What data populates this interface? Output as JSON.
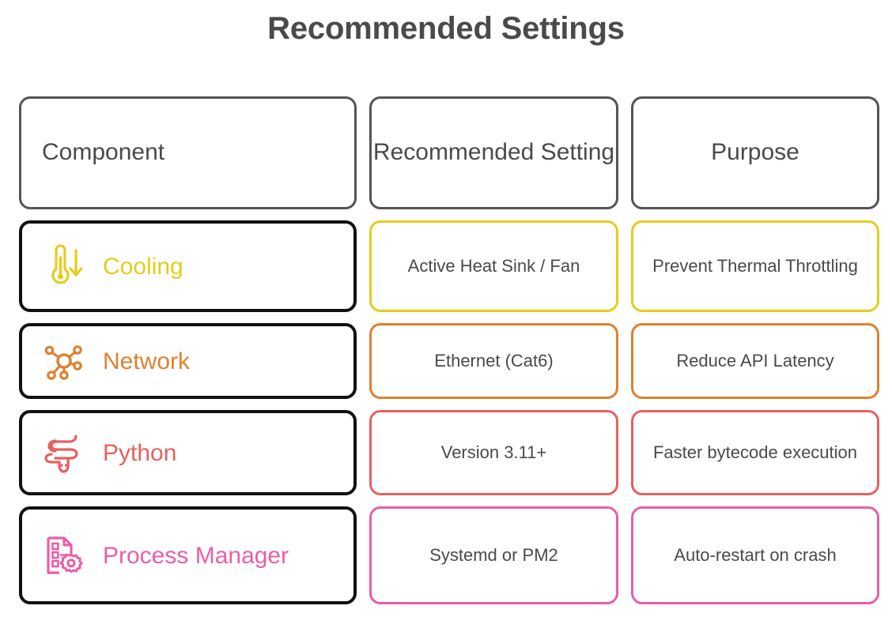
{
  "page": {
    "title": "Recommended Settings",
    "background": "#ffffff",
    "title_color": "#4a4a4a"
  },
  "table": {
    "headers": {
      "component": "Component",
      "setting": "Recommended Setting",
      "purpose": "Purpose"
    },
    "header_border_color": "#555555",
    "component_border_color": "#111111",
    "rows": [
      {
        "id": "cooling",
        "icon": "thermometer-down-icon",
        "component": "Cooling",
        "setting": "Active Heat Sink / Fan",
        "purpose": "Prevent Thermal Throttling",
        "color": "#E3CD1E"
      },
      {
        "id": "network",
        "icon": "network-nodes-icon",
        "component": "Network",
        "setting": "Ethernet (Cat6)",
        "purpose": "Reduce API Latency",
        "color": "#DE8030"
      },
      {
        "id": "python",
        "icon": "python-snake-icon",
        "component": "Python",
        "setting": "Version 3.11+",
        "purpose": "Faster bytecode execution",
        "color": "#E8605E"
      },
      {
        "id": "process-manager",
        "icon": "document-gear-icon",
        "component": "Process Manager",
        "setting": "Systemd or PM2",
        "purpose": "Auto-restart on crash",
        "color": "#E85FA8"
      }
    ]
  }
}
